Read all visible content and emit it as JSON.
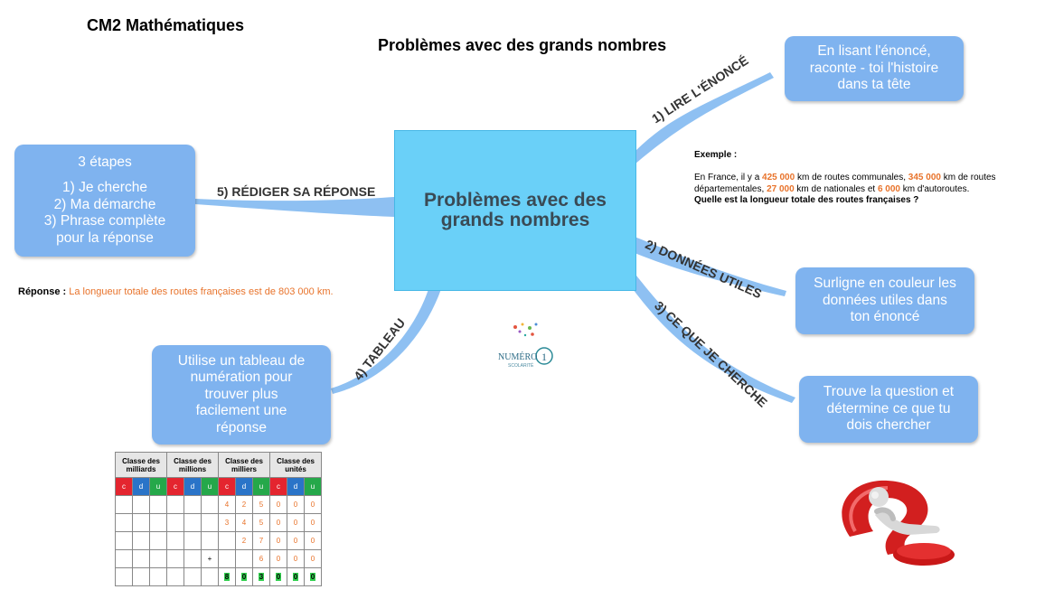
{
  "header": {
    "subject": "CM2 Mathématiques",
    "title": "Problèmes avec des grands nombres"
  },
  "center": {
    "text": "Problèmes avec des grands nombres"
  },
  "branches": [
    {
      "label": "1) LIRE L'ÉNONCÉ",
      "bubble": [
        "En lisant l'énoncé,",
        "raconte - toi l'histoire",
        "dans ta tête"
      ]
    },
    {
      "label": "2) DONNÉES UTILES",
      "bubble": [
        "Surligne en couleur les",
        "données utiles dans",
        "ton énoncé"
      ]
    },
    {
      "label": "3) CE QUE JE CHERCHE",
      "bubble": [
        "Trouve la question et",
        "détermine ce que tu",
        "dois chercher"
      ]
    },
    {
      "label": "4) TABLEAU",
      "bubble": [
        "Utilise un tableau de",
        "numération pour",
        "trouver plus",
        "facilement une",
        "réponse"
      ]
    },
    {
      "label": "5) RÉDIGER SA RÉPONSE",
      "bubble": [
        "3 étapes",
        "1) Je cherche",
        "2) Ma démarche",
        "3) Phrase complète",
        "pour la réponse"
      ]
    }
  ],
  "example": {
    "title": "Exemple :",
    "p1": "En France, il y a ",
    "v1": "425 000",
    "p2": " km de routes communales, ",
    "v2": "345 000",
    "p3": " km de routes départementales, ",
    "v3": "27 000",
    "p4": " km de nationales et ",
    "v4": "6 000",
    "p5": " km d'autoroutes.",
    "question": "Quelle est la longueur totale des routes françaises ?"
  },
  "answer": {
    "label": "Réponse :",
    "text": "La longueur totale des routes françaises est de 803 000 km."
  },
  "table": {
    "classes": [
      [
        "Classe des",
        "milliards"
      ],
      [
        "Classe des",
        "millions"
      ],
      [
        "Classe des",
        "milliers"
      ],
      [
        "Classe des",
        "unités"
      ]
    ],
    "subheaders": [
      "c",
      "d",
      "u",
      "c",
      "d",
      "u",
      "c",
      "d",
      "u",
      "c",
      "d",
      "u"
    ],
    "rows": [
      [
        "",
        "",
        "",
        "",
        "",
        "",
        "4",
        "2",
        "5",
        "0",
        "0",
        "0"
      ],
      [
        "",
        "",
        "",
        "",
        "",
        "",
        "3",
        "4",
        "5",
        "0",
        "0",
        "0"
      ],
      [
        "",
        "",
        "",
        "",
        "",
        "",
        "",
        "2",
        "7",
        "0",
        "0",
        "0"
      ],
      [
        "",
        "",
        "",
        "",
        "",
        "+",
        "",
        "",
        "6",
        "0",
        "0",
        "0"
      ],
      [
        "",
        "",
        "",
        "",
        "",
        "",
        "8",
        "0",
        "3",
        "0",
        "0",
        "0"
      ]
    ]
  },
  "logo": {
    "text1": "NUMÉRO",
    "text2": "1",
    "text3": "SCOLARITÉ"
  },
  "colors": {
    "bubble": "#7fb3ef",
    "center": "#6ad0f8",
    "highlight": "#e8732b",
    "branch": "#8ec0f2"
  }
}
